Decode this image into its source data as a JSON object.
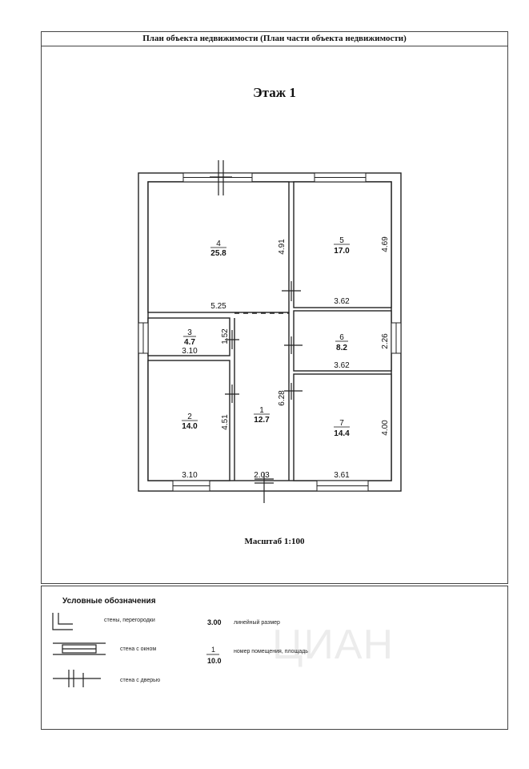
{
  "header": {
    "title": "План объекта недвижимости (План части объекта недвижимости)"
  },
  "plan": {
    "floor_title": "Этаж 1",
    "scale": "Масштаб 1:100",
    "rooms": [
      {
        "number": "1",
        "area": "12.7"
      },
      {
        "number": "2",
        "area": "14.0"
      },
      {
        "number": "3",
        "area": "4.7"
      },
      {
        "number": "4",
        "area": "25.8"
      },
      {
        "number": "5",
        "area": "17.0"
      },
      {
        "number": "6",
        "area": "8.2"
      },
      {
        "number": "7",
        "area": "14.4"
      }
    ],
    "dimensions": {
      "room4_width": "5.25",
      "room4_height": "4.91",
      "room5_width": "3.62",
      "room5_height": "4.69",
      "room3_width": "3.10",
      "room3_height": "1.52",
      "room6_width": "3.62",
      "room6_height": "2.26",
      "room1_height": "6.28",
      "room1_width": "2.03",
      "room2_width": "3.10",
      "room2_height": "4.51",
      "room7_width": "3.61",
      "room7_height": "4.00"
    }
  },
  "legend": {
    "title": "Условные обозначения",
    "walls_label": "стены, перегородки",
    "window_wall_label": "стена с окном",
    "door_wall_label": "стена с дверью",
    "linear_size_value": "3.00",
    "linear_size_label": "линейный размер",
    "room_number_sample": "1",
    "room_area_sample": "10.0",
    "room_label": "номер помещения, площадь"
  },
  "watermark": "ЦИАН"
}
